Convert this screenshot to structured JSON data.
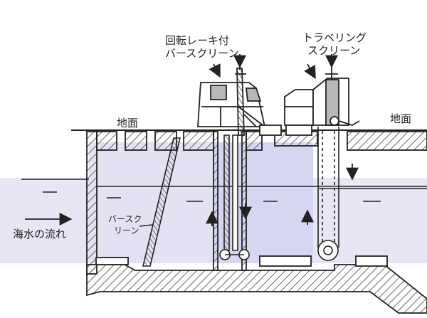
{
  "labels": {
    "rake_screen": [
      "回転レーキ付",
      "バースクリーン"
    ],
    "traveling_screen": [
      "トラベリング",
      "スクリーン"
    ],
    "ground_left": "地面",
    "ground_right": "地面",
    "bar_screen": [
      "バースク",
      "リーン"
    ],
    "flow": "海水の流れ"
  },
  "colors": {
    "ink": "#222222",
    "water": "#dcdcf2",
    "hatch": "#444444",
    "stripe": "#3a3a3a",
    "machine_shade": "#b8b8b8"
  }
}
